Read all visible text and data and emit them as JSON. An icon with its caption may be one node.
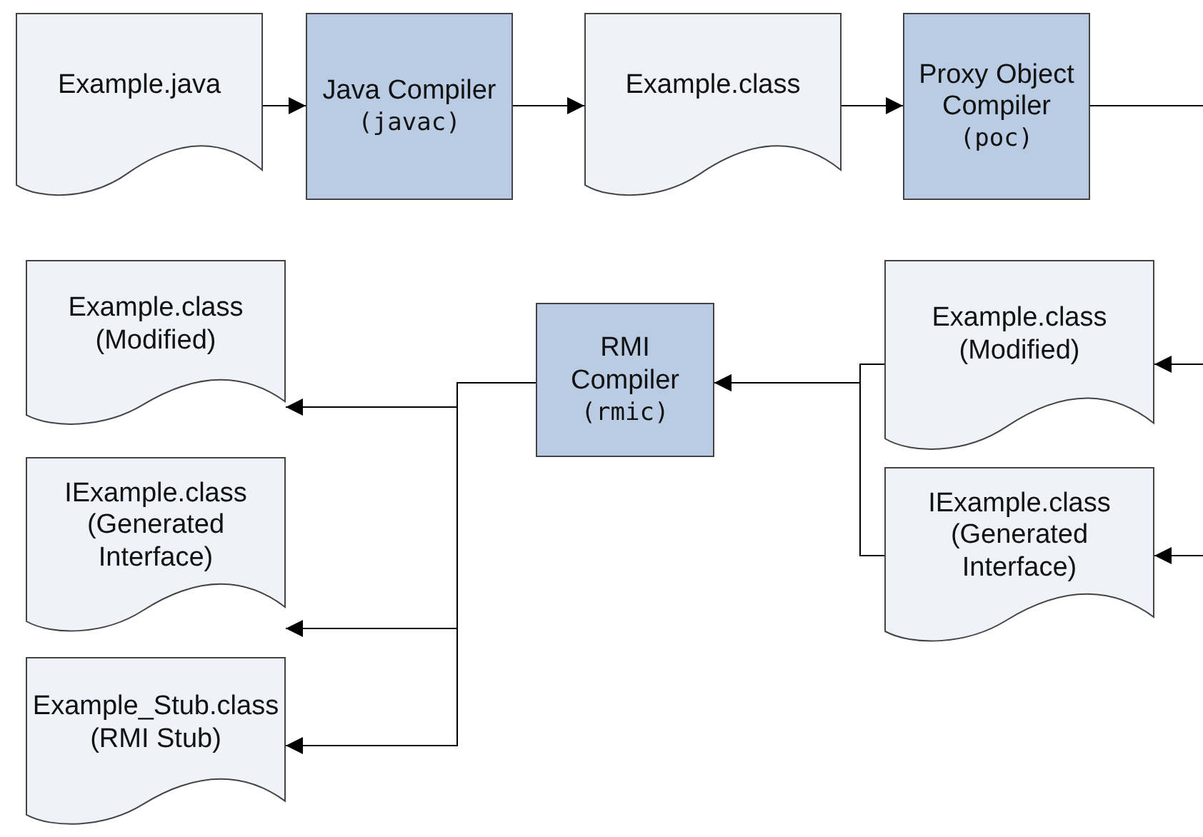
{
  "diagram": {
    "nodes": [
      {
        "text": [
          "Example.java"
        ]
      },
      {
        "text": [
          "Java Compiler",
          "(javac)"
        ]
      },
      {
        "text": [
          "Example.class"
        ]
      },
      {
        "text": [
          "Proxy Object Compiler",
          "(poc)"
        ]
      },
      {
        "text": [
          "Example.class (Modified)"
        ]
      },
      {
        "text": [
          "RMI Compiler",
          "(rmic)"
        ]
      },
      {
        "text": [
          "Example.class (Modified)"
        ]
      },
      {
        "text": [
          "IExample.class (Generated Interface)"
        ]
      },
      {
        "text": [
          "IExample.class (Generated Interface)"
        ]
      },
      {
        "text": [
          "Example_Stub.class (RMI Stub)"
        ]
      }
    ],
    "edges": [
      {
        "from": 0,
        "to": 1,
        "arrow": "to"
      },
      {
        "from": 1,
        "to": 2,
        "arrow": "to"
      },
      {
        "from": 2,
        "to": 3,
        "arrow": "to"
      },
      {
        "from": 3,
        "to": null,
        "arrow": "none"
      },
      {
        "from": null,
        "to": 6,
        "arrow": "to"
      },
      {
        "from": null,
        "to": 8,
        "arrow": "to"
      },
      {
        "from": 6,
        "to": 5,
        "arrow": "to"
      },
      {
        "from": 8,
        "to": 5,
        "arrow": "to"
      },
      {
        "from": 5,
        "to": 4,
        "arrow": "to"
      },
      {
        "from": 5,
        "to": 7,
        "arrow": "to"
      },
      {
        "from": 5,
        "to": 9,
        "arrow": "to"
      }
    ]
  }
}
